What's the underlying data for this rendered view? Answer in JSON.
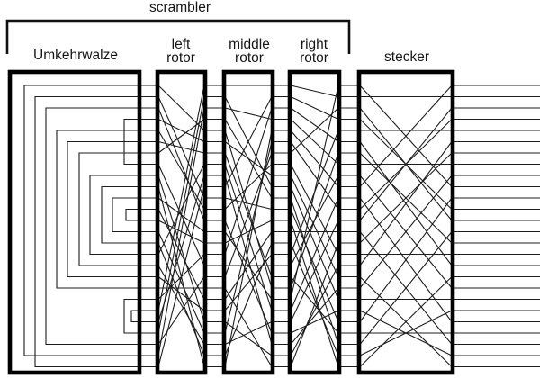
{
  "labels": {
    "scrambler": "scrambler",
    "umkehrwalze": "Umkehrwalze",
    "left_rotor": [
      "left",
      "rotor"
    ],
    "middle_rotor": [
      "middle",
      "rotor"
    ],
    "right_rotor": [
      "right",
      "rotor"
    ],
    "stecker": "stecker"
  },
  "colors": {
    "wire": "#1d1d1d",
    "box_border": "#000000",
    "bracket": "#111111",
    "background": "#ffffff"
  },
  "wiring": {
    "line_count": 26,
    "reflector_pairs": [
      [
        0,
        24,
        27
      ],
      [
        1,
        25,
        39
      ],
      [
        2,
        23,
        51
      ],
      [
        4,
        18,
        63
      ],
      [
        5,
        17,
        75
      ],
      [
        6,
        16,
        88
      ],
      [
        8,
        15,
        100
      ],
      [
        9,
        14,
        113
      ],
      [
        10,
        13,
        125
      ],
      [
        3,
        7,
        138
      ],
      [
        11,
        12,
        140
      ],
      [
        19,
        22,
        138
      ],
      [
        20,
        21,
        146
      ]
    ],
    "left_rotor_permutation": [
      4,
      10,
      12,
      5,
      11,
      6,
      3,
      16,
      21,
      25,
      13,
      19,
      14,
      22,
      24,
      7,
      23,
      20,
      18,
      15,
      0,
      8,
      1,
      17,
      2,
      9
    ],
    "middle_rotor_permutation": [
      0,
      9,
      3,
      10,
      18,
      8,
      17,
      20,
      23,
      1,
      11,
      7,
      22,
      19,
      12,
      2,
      16,
      6,
      25,
      13,
      15,
      24,
      5,
      21,
      14,
      4
    ],
    "right_rotor_permutation": [
      1,
      3,
      5,
      7,
      9,
      11,
      2,
      15,
      17,
      19,
      23,
      21,
      25,
      13,
      24,
      4,
      8,
      22,
      6,
      0,
      10,
      12,
      20,
      18,
      16,
      14
    ],
    "stecker_permutation": [
      9,
      1,
      12,
      11,
      4,
      16,
      14,
      7,
      18,
      0,
      21,
      3,
      2,
      23,
      6,
      15,
      5,
      25,
      8,
      19,
      24,
      10,
      22,
      13,
      20,
      17
    ]
  }
}
